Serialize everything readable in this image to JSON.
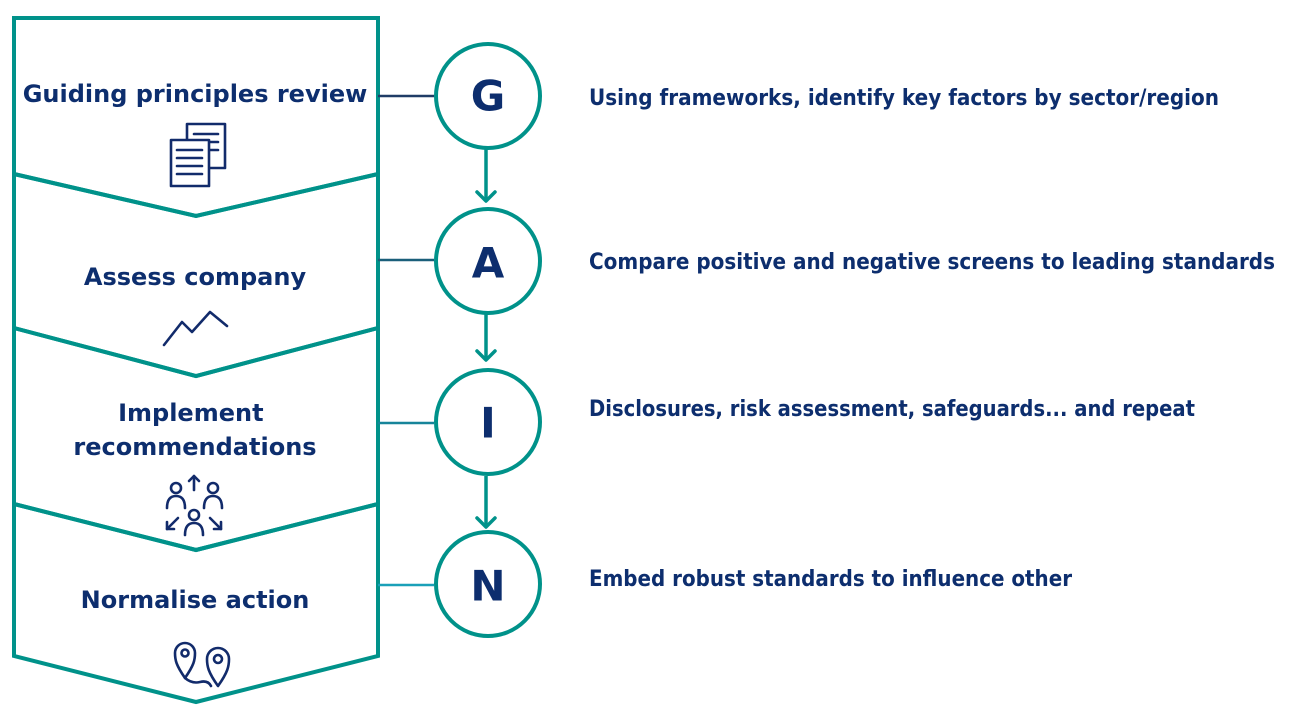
{
  "steps": [
    {
      "label_lines": [
        "Guiding principles review"
      ],
      "icon": "documents-icon",
      "letter": "G",
      "description": "Using frameworks, identify key factors by sector/region",
      "connector_color": "#1f3c66"
    },
    {
      "label_lines": [
        "Assess company"
      ],
      "icon": "trend-line-icon",
      "letter": "A",
      "description": "Compare positive and negative screens to leading standards",
      "connector_color": "#1a5f7a"
    },
    {
      "label_lines": [
        "Implement",
        "recommendations"
      ],
      "icon": "people-network-icon",
      "letter": "I",
      "description": "Disclosures, risk assessment, safeguards... and repeat",
      "connector_color": "#17849a"
    },
    {
      "label_lines": [
        "Normalise action"
      ],
      "icon": "map-pins-icon",
      "letter": "N",
      "description": "Embed robust standards to influence other",
      "connector_color": "#1aa0b8"
    }
  ],
  "colors": {
    "teal": "#00928a",
    "navy": "#0d2e6e"
  }
}
